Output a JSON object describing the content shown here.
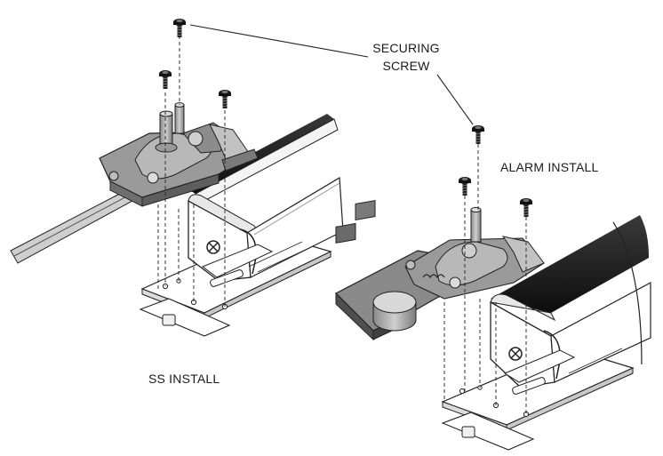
{
  "labels": {
    "securing_line1": "SECURING",
    "securing_line2": "SCREW",
    "alarm_install": "ALARM INSTALL",
    "ss_install": "SS INSTALL"
  },
  "icons": [
    "screw-icon",
    "screw-icon",
    "screw-icon",
    "screw-icon",
    "screw-icon",
    "screw-icon"
  ]
}
